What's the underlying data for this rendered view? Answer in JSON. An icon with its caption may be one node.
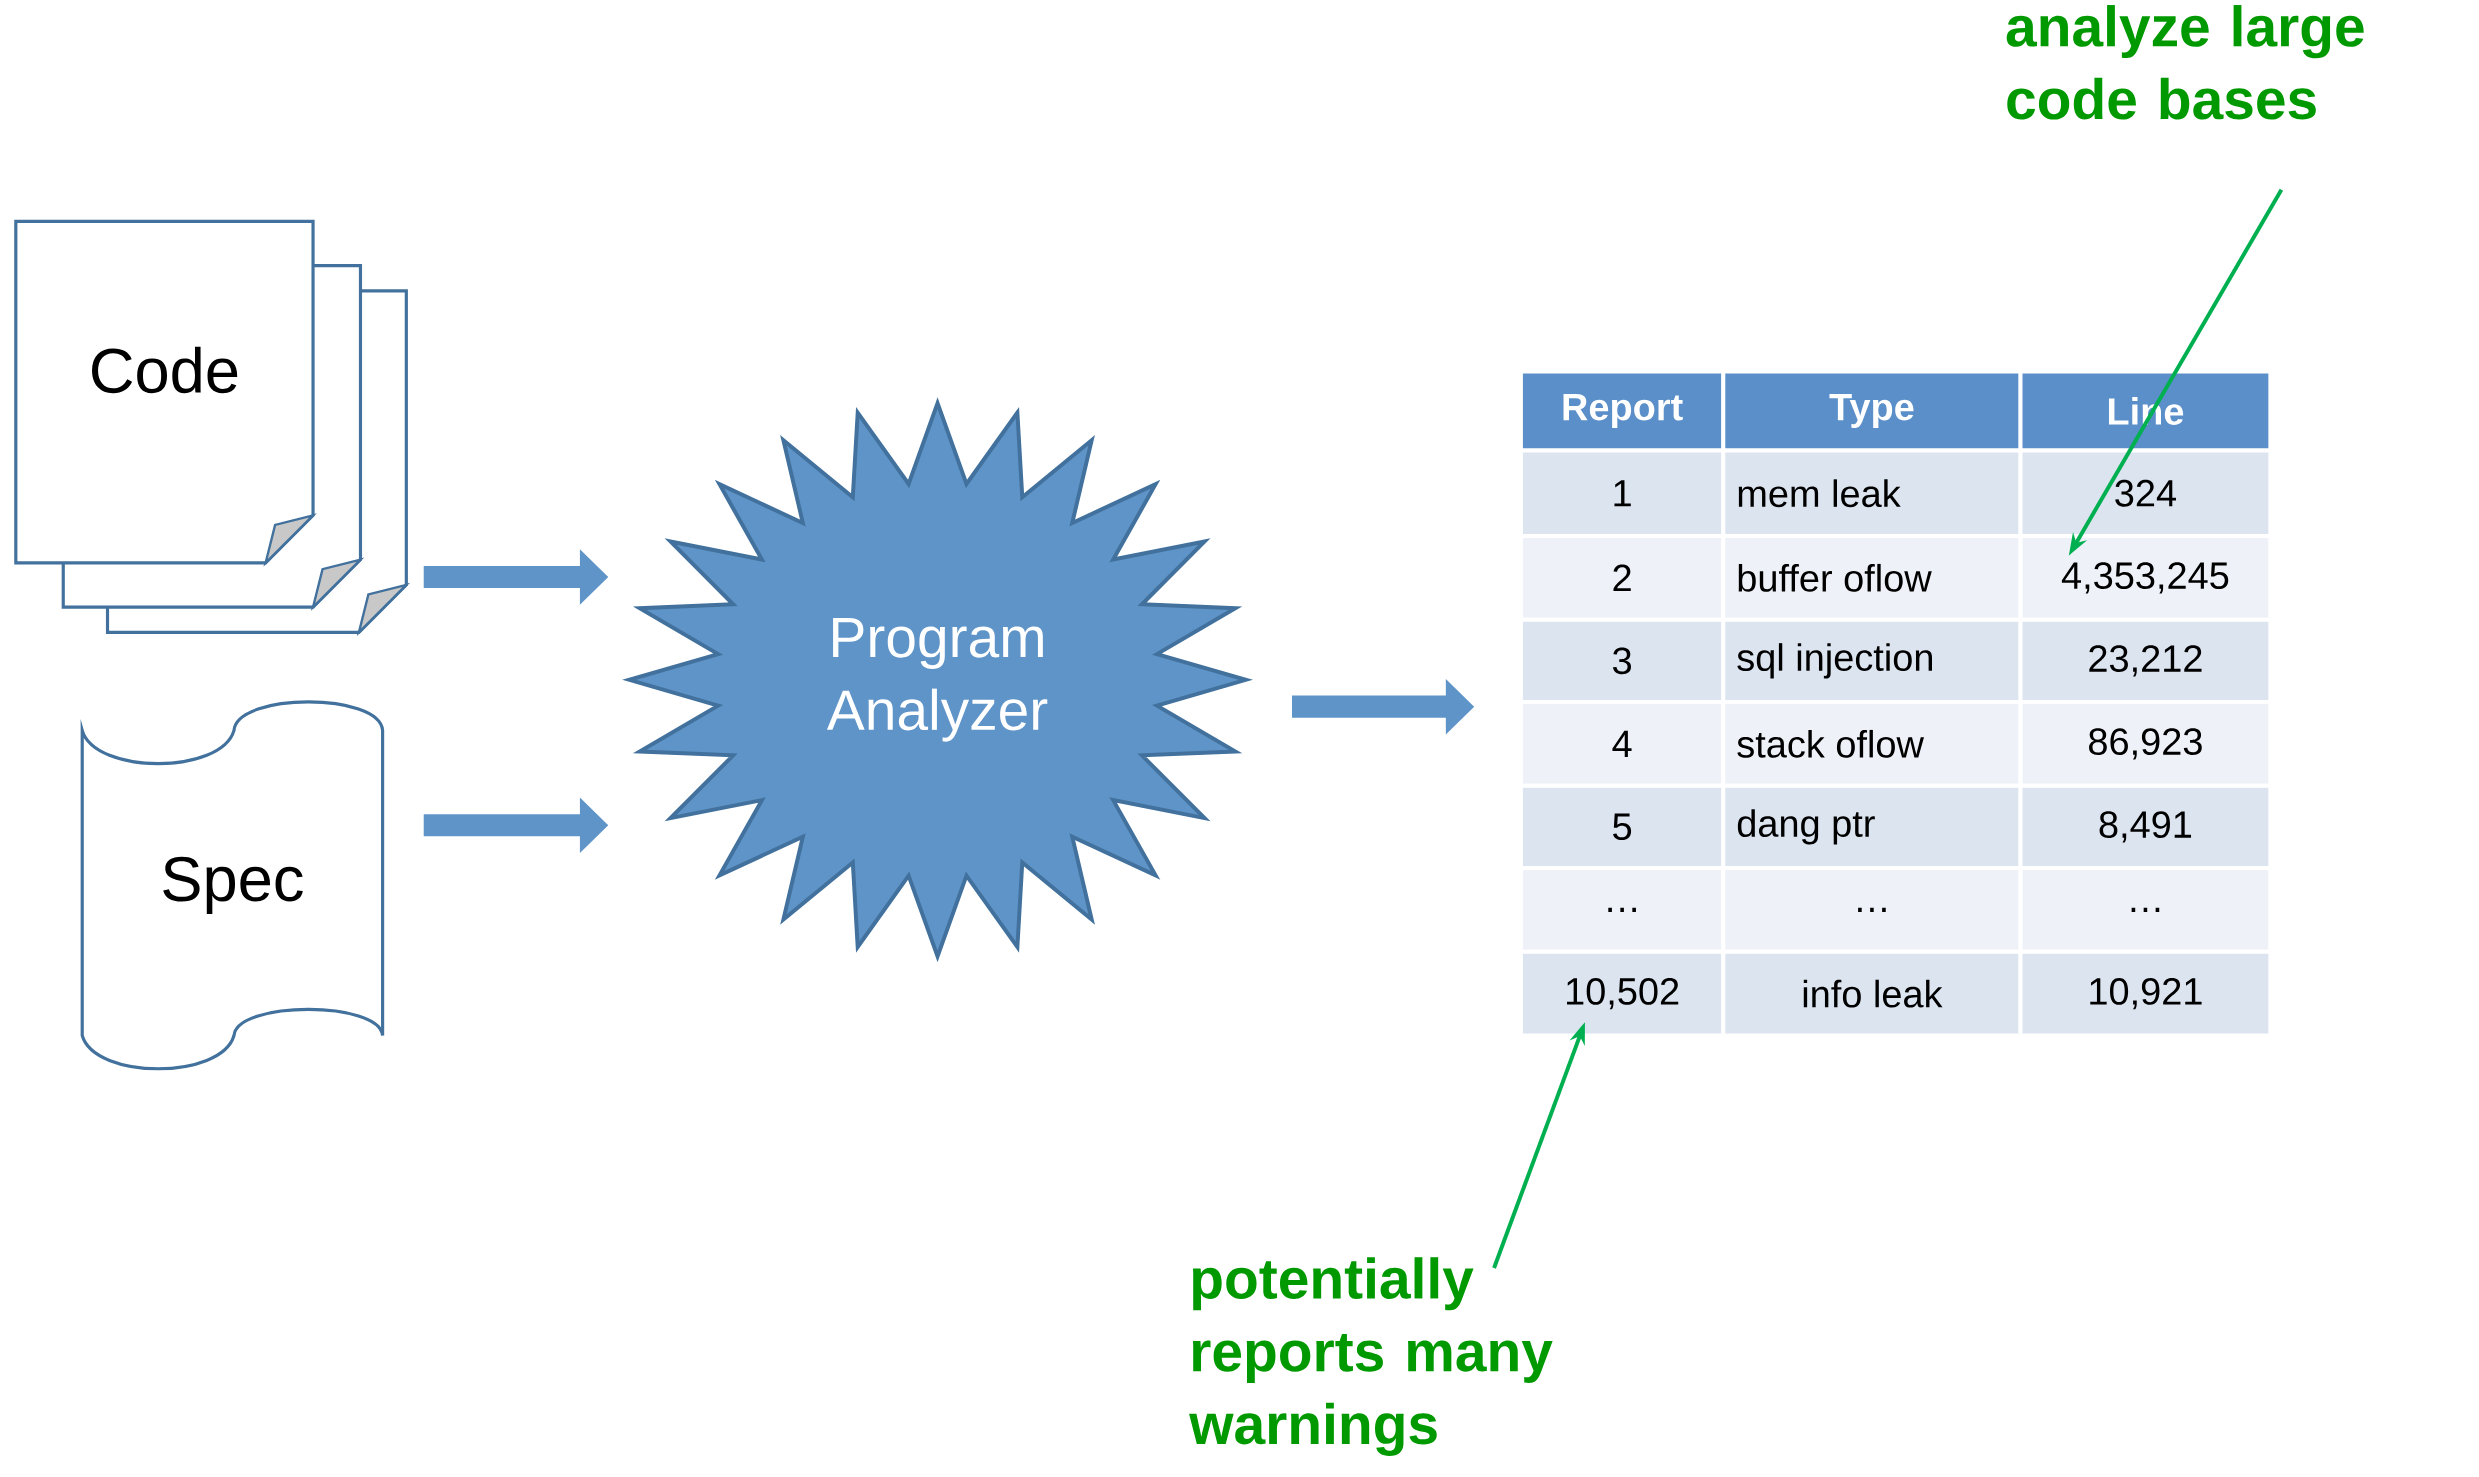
{
  "diagram": {
    "nodes": [
      {
        "text": [
          "Code"
        ]
      },
      {
        "text": [
          "Spec"
        ]
      },
      {
        "text": [
          "Program Analyzer"
        ]
      },
      {
        "text": [],
        "shape": "box"
      },
      {
        "text": [
          "analyze large code bases"
        ]
      },
      {
        "text": [
          "potentially reports many warnings"
        ]
      }
    ],
    "edges": [
      {
        "from": 0,
        "to": 2,
        "arrow": "to"
      },
      {
        "from": 1,
        "to": 2,
        "arrow": "to"
      },
      {
        "from": 2,
        "to": 3,
        "arrow": "to"
      },
      {
        "from": 4,
        "to": 3,
        "arrow": "to",
        "color": "#00b050"
      },
      {
        "from": 5,
        "to": 3,
        "arrow": "to",
        "color": "#00b050"
      }
    ],
    "labels": [
      "Report",
      "Type",
      "Line",
      "1",
      "mem leak",
      "324",
      "2",
      "buffer oflow",
      "4,353,245",
      "3",
      "sql injection",
      "23,212",
      "4",
      "stack oflow",
      "86,923",
      "5",
      "dang ptr",
      "8,491",
      "…",
      "…",
      "…",
      "10,502",
      "info leak",
      "10,921"
    ]
  }
}
